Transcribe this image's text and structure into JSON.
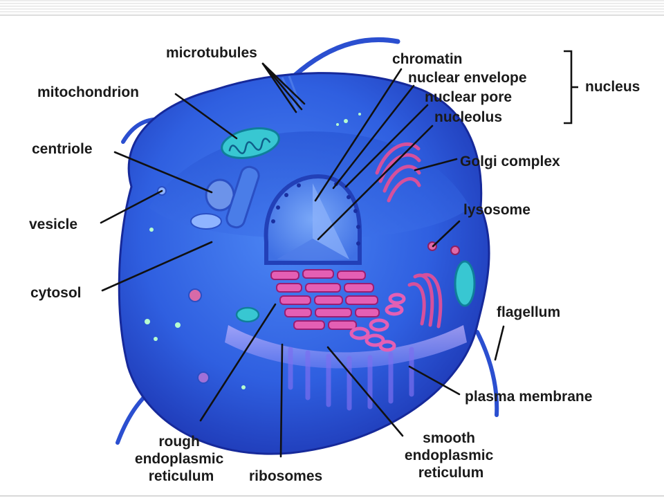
{
  "labels": {
    "microtubules": "microtubules",
    "mitochondrion": "mitochondrion",
    "centriole": "centriole",
    "vesicle": "vesicle",
    "cytosol": "cytosol",
    "chromatin": "chromatin",
    "nuclear_envelope": "nuclear envelope",
    "nuclear_pore": "nuclear pore",
    "nucleolus": "nucleolus",
    "nucleus": "nucleus",
    "golgi_complex": "Golgi complex",
    "lysosome": "lysosome",
    "flagellum": "flagellum",
    "plasma_membrane": "plasma membrane",
    "rough_er": [
      "rough",
      "endoplasmic",
      "reticulum"
    ],
    "ribosomes": "ribosomes",
    "smooth_er": [
      "smooth",
      "endoplasmic",
      "reticulum"
    ]
  },
  "colors": {
    "cell_body": "#2f5fe0",
    "cell_dark": "#1a2fa8",
    "cytoplasm_light": "#4f86f0",
    "nucleus": "#5b8cf2",
    "rough_er": "#e45fb4",
    "golgi": "#d6509c",
    "mitochondrion": "#38c7d2",
    "text": "#1a1a1a"
  }
}
